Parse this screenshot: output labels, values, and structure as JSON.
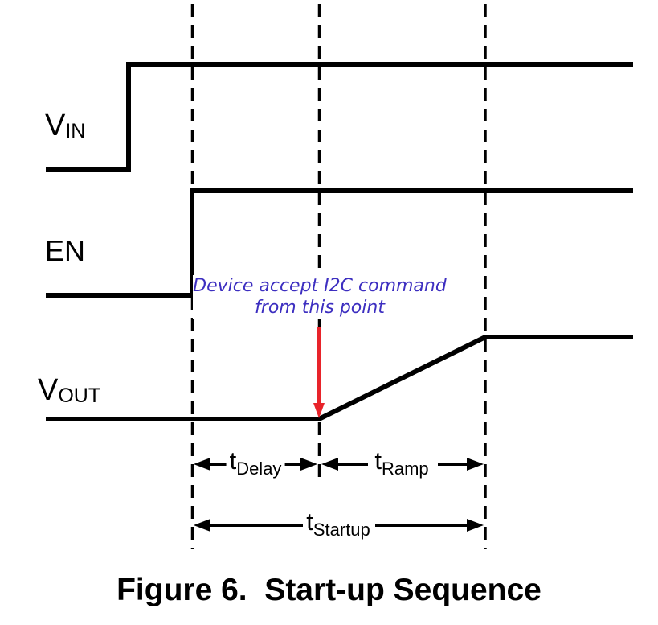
{
  "colors": {
    "line": "#000000",
    "annotation_text": "#3C2EC0",
    "pointer_arrow": "#E8232A",
    "background": "#FFFFFF"
  },
  "signals": {
    "vin": {
      "base": "V",
      "sub": "IN"
    },
    "en": {
      "base": "EN"
    },
    "vout": {
      "base": "V",
      "sub": "OUT"
    }
  },
  "annotation": {
    "line1": "Device accept I2C command",
    "line2": "from this point"
  },
  "timings": {
    "delay": {
      "base": "t",
      "sub": "Delay"
    },
    "ramp": {
      "base": "t",
      "sub": "Ramp"
    },
    "startup": {
      "base": "t",
      "sub": "Startup"
    }
  },
  "caption": "Figure 6.  Start-up Sequence"
}
